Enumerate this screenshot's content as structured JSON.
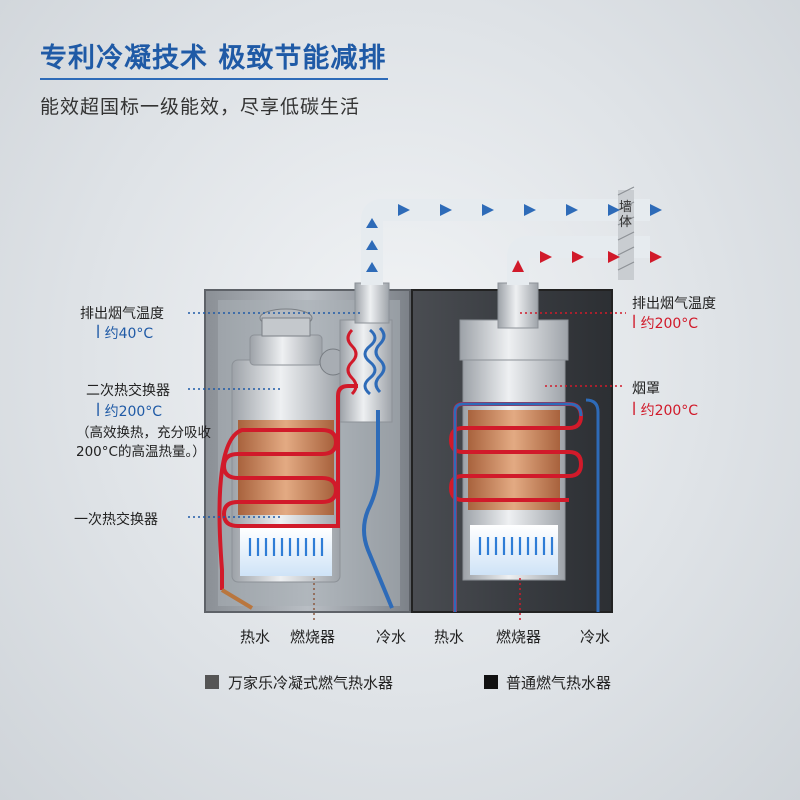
{
  "header": {
    "title": "专利冷凝技术  极致节能减排",
    "subtitle": "能效超国标一级能效，尽享低碳生活"
  },
  "left_unit": {
    "exhaust_label": "排出烟气温度",
    "exhaust_temp": "ꟾ 约40°C",
    "secondary_hx_label": "二次热交换器",
    "secondary_hx_temp": "ꟾ 约200°C",
    "secondary_hx_note": "（高效换热，充分吸收200°C的高温热量。）",
    "primary_hx_label": "一次热交换器",
    "bottom_labels": [
      "热水",
      "燃烧器",
      "冷水"
    ]
  },
  "right_unit": {
    "exhaust_label": "排出烟气温度",
    "exhaust_temp": "ꟾ 约200°C",
    "hood_label": "烟罩",
    "hood_temp": "ꟾ 约200°C",
    "bottom_labels": [
      "热水",
      "燃烧器",
      "冷水"
    ]
  },
  "wall_label": "墙体",
  "legend": [
    {
      "label": "万家乐冷凝式燃气热水器",
      "color": "#555555"
    },
    {
      "label": "普通燃气热水器",
      "color": "#111111"
    }
  ],
  "colors": {
    "accent_blue": "#1f5aa6",
    "accent_red": "#d11a2a",
    "copper": "#c8784a"
  }
}
